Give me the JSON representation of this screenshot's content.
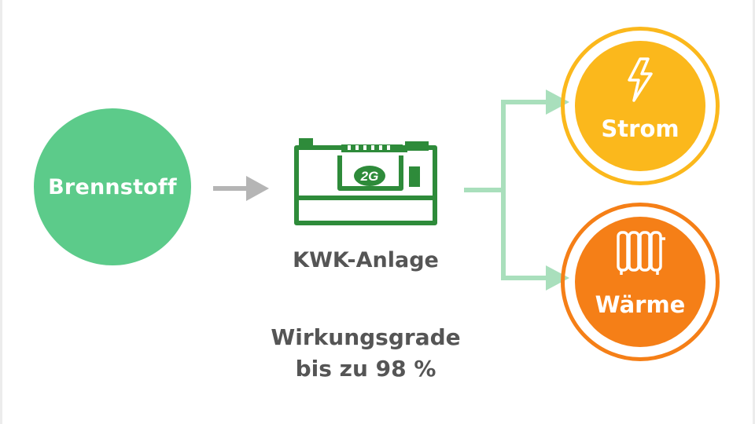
{
  "nodes": {
    "fuel": {
      "label": "Brennstoff"
    },
    "plant": {
      "label": "KWK-Anlage",
      "badge": "2G"
    },
    "power": {
      "label": "Strom"
    },
    "heat": {
      "label": "Wärme"
    }
  },
  "efficiency": {
    "line1": "Wirkungsgrade",
    "line2": "bis zu 98 %"
  },
  "colors": {
    "fuel": "#5ccb8a",
    "plant": "#2e8b3a",
    "power": "#fbb81c",
    "heat": "#f57f17",
    "arrow_gray": "#b5b5b5",
    "arrow_green": "#a9dfbc",
    "text": "#555555"
  },
  "icons": {
    "plant": "chp-generator-icon",
    "power": "lightning-bolt-icon",
    "heat": "radiator-icon"
  }
}
